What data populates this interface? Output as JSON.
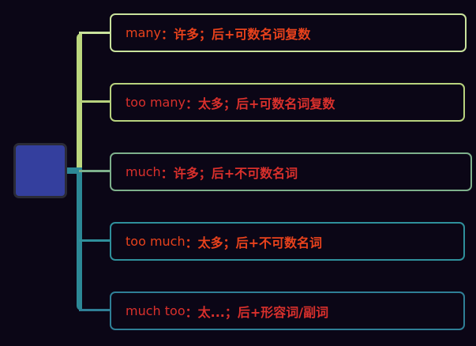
{
  "root": {
    "label": "",
    "color": "#343f9e"
  },
  "branches": [
    {
      "term": "many",
      "sep": "：",
      "meaning": "许多；后+可数名词复数",
      "border": "#c9e29c",
      "text": "#e8421c"
    },
    {
      "term": "too many",
      "sep": "：",
      "meaning": "太多；后+可数名词复数",
      "border": "#b8d27e",
      "text": "#d9302c"
    },
    {
      "term": "much",
      "sep": "：",
      "meaning": "许多；后+不可数名词",
      "border": "#7eb08c",
      "text": "#d9302c"
    },
    {
      "term": "too much",
      "sep": "：",
      "meaning": "太多；后+不可数名词",
      "border": "#2f8f9b",
      "text": "#e8421c"
    },
    {
      "term": "much too",
      "sep": "：",
      "meaning": "太...；后+形容词/副词",
      "border": "#2f7f96",
      "text": "#d9302c"
    }
  ]
}
